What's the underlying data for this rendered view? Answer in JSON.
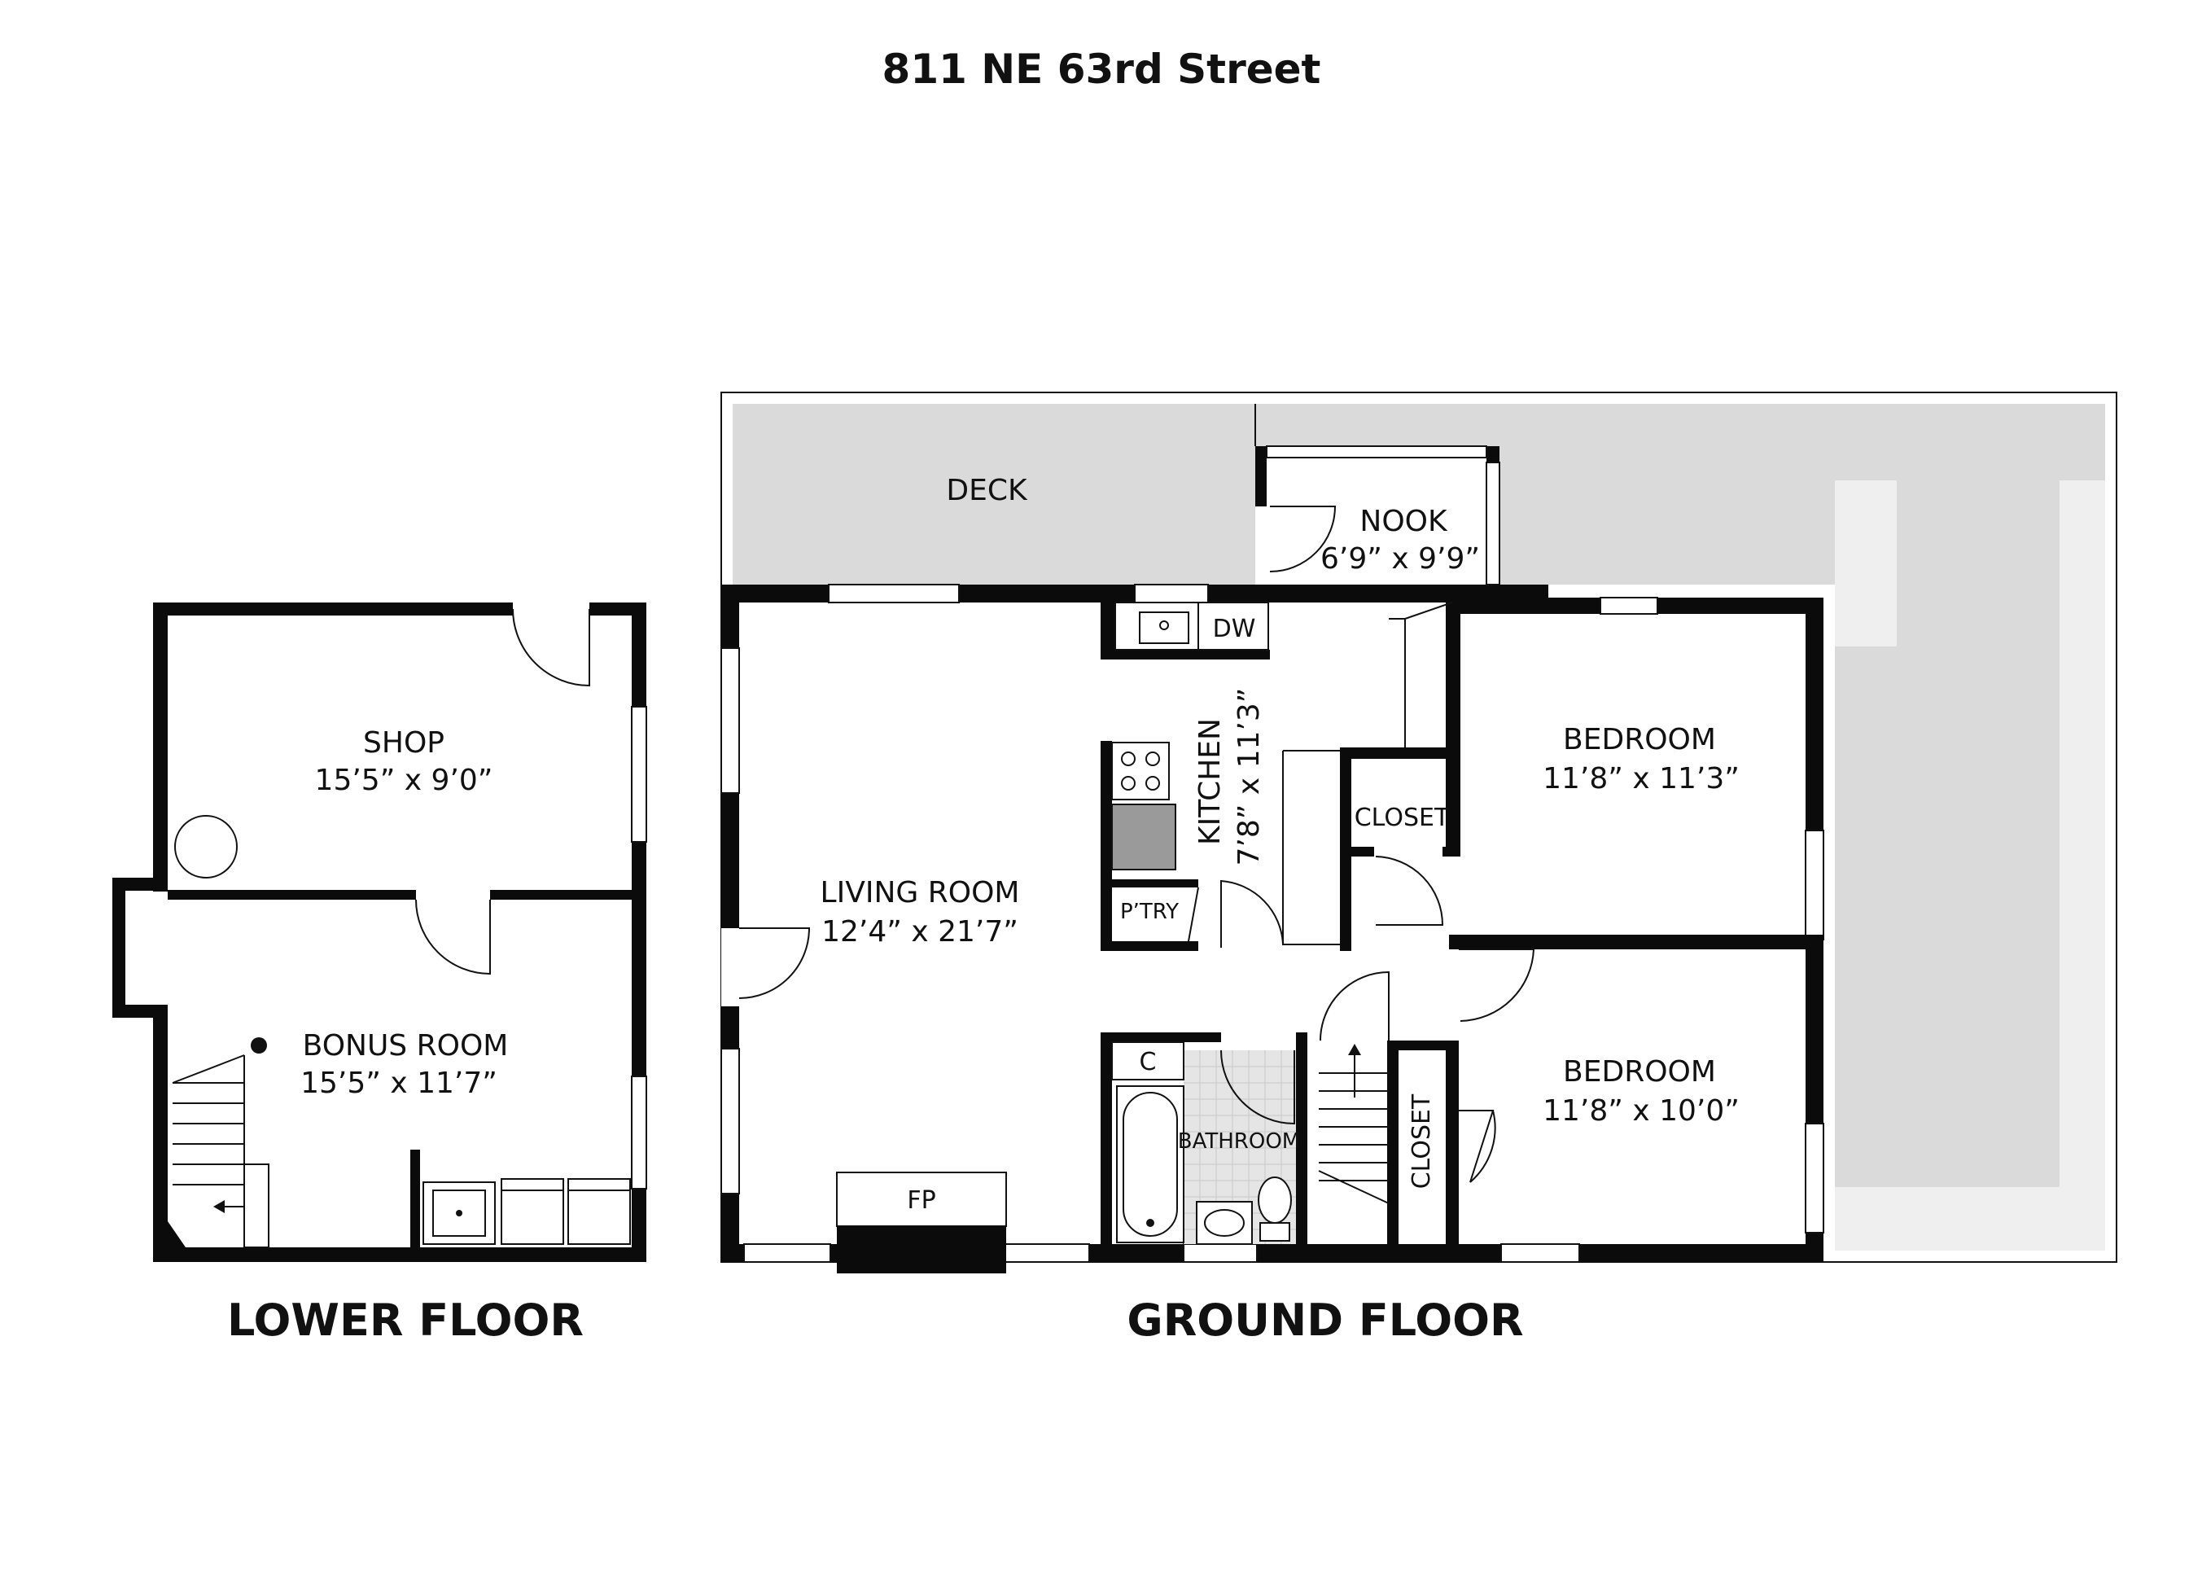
{
  "title": "811 NE 63rd Street",
  "floors": {
    "lower": "LOWER FLOOR",
    "ground": "GROUND FLOOR"
  },
  "rooms": {
    "shop": {
      "name": "SHOP",
      "dims": "15’5” x 9’0”"
    },
    "bonus": {
      "name": "BONUS ROOM",
      "dims": "15’5” x 11’7”"
    },
    "deck": {
      "name": "DECK"
    },
    "nook": {
      "name": "NOOK",
      "dims": "6’9” x 9’9”"
    },
    "living": {
      "name": "LIVING ROOM",
      "dims": "12’4” x 21’7”"
    },
    "kitchen": {
      "name": "KITCHEN",
      "dims": "7’8” x 11’3”"
    },
    "bedroom1": {
      "name": "BEDROOM",
      "dims": "11’8” x 11’3”"
    },
    "bedroom2": {
      "name": "BEDROOM",
      "dims": "11’8” x 10’0”"
    },
    "bathroom": {
      "name": "BATHROOM"
    },
    "closet1": {
      "name": "CLOSET"
    },
    "closet2": {
      "name": "CLOSET"
    },
    "pantry": {
      "name": "P’TRY"
    }
  },
  "fixtures": {
    "dishwasher": "DW",
    "fireplace": "FP",
    "closet_c": "C"
  }
}
